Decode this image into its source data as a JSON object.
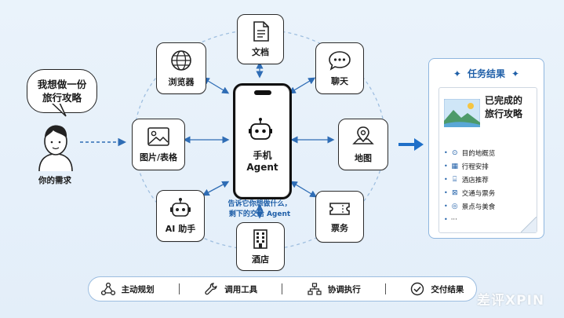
{
  "user": {
    "bubble_line1": "我想做一份",
    "bubble_line2": "旅行攻略",
    "label": "你的需求"
  },
  "center": {
    "phone_line1": "手机",
    "phone_line2": "Agent",
    "caption_line1": "告诉它你想做什么，",
    "caption_line2": "剩下的交给 Agent"
  },
  "tools": [
    {
      "label": "文档",
      "icon": "document-icon"
    },
    {
      "label": "聊天",
      "icon": "chat-icon"
    },
    {
      "label": "地图",
      "icon": "map-icon"
    },
    {
      "label": "票务",
      "icon": "ticket-icon"
    },
    {
      "label": "酒店",
      "icon": "hotel-icon"
    },
    {
      "label": "AI 助手",
      "icon": "robot-icon"
    },
    {
      "label": "图片/表格",
      "icon": "image-icon"
    },
    {
      "label": "浏览器",
      "icon": "globe-icon"
    }
  ],
  "result": {
    "header": "任务结果",
    "done_line1": "已完成的",
    "done_line2": "旅行攻略",
    "items": [
      {
        "label": "目的地概览",
        "icon": "location-icon"
      },
      {
        "label": "行程安排",
        "icon": "calendar-icon"
      },
      {
        "label": "酒店推荐",
        "icon": "bed-icon"
      },
      {
        "label": "交通与票务",
        "icon": "ticket-icon"
      },
      {
        "label": "景点与美食",
        "icon": "camera-icon"
      }
    ],
    "more": "···"
  },
  "bottom_bar": [
    {
      "label": "主动规划",
      "icon": "nodes-icon"
    },
    {
      "label": "调用工具",
      "icon": "wrench-icon"
    },
    {
      "label": "协调执行",
      "icon": "hierarchy-icon"
    },
    {
      "label": "交付结果",
      "icon": "check-circle-icon"
    }
  ],
  "watermark": "差评XPIN",
  "colors": {
    "accent": "#1f6fc8",
    "background": "#e6f0fa",
    "border": "#2b2b2b"
  }
}
